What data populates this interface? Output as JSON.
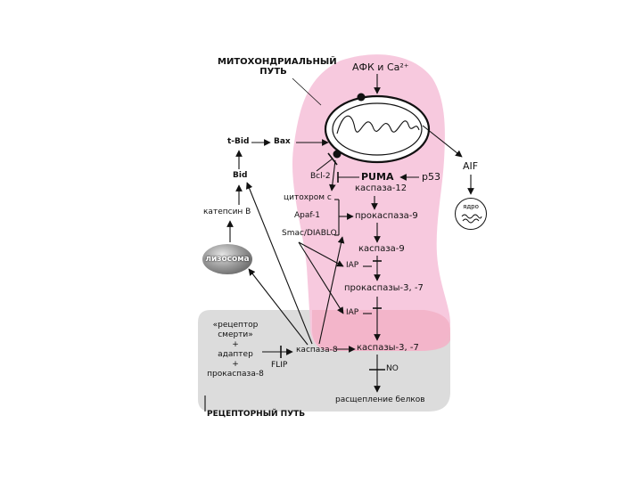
{
  "colors": {
    "mito_region": "#f7c6dc",
    "receptor_region": "#dcdcdc",
    "overlap_region": "#f3b2c8",
    "stroke": "#111111",
    "lysosome": "#8a8a8a"
  },
  "labels": {
    "mito_path_line1": "МИТОХОНДРИАЛЬНЫЙ",
    "mito_path_line2": "ПУТЬ",
    "ros_ca": "АФК и Ca²⁺",
    "aif": "AIF",
    "nucleus": "ядро",
    "t_bid": "t-Bid",
    "bax": "Bax",
    "bid": "Bid",
    "bcl2": "Bcl-2",
    "puma": "PUMA",
    "p53": "p53",
    "caspase12": "каспаза-12",
    "cytochrome_c": "цитохром с",
    "apaf1": "Apaf-1",
    "smac": "Smac/DIABLO",
    "procaspase9": "прокаспаза-9",
    "caspase9": "каспаза-9",
    "cathepsin_b": "катепсин B",
    "lysosome": "лизосома",
    "iap1": "IAP",
    "procaspases37": "прокаспазы-3, -7",
    "iap2": "IAP",
    "death_receptor_1": "«рецептор",
    "death_receptor_2": "смерти»",
    "plus1": "+",
    "adapter": "адаптер",
    "plus2": "+",
    "procaspase8": "прокаспаза-8",
    "flip": "FLIP",
    "caspase8": "каспаза-8",
    "caspases37": "каспазы-3, -7",
    "no": "NO",
    "protein_cleavage": "расщепление белков",
    "receptor_path": "РЕЦЕПТОРНЫЙ ПУТЬ"
  }
}
